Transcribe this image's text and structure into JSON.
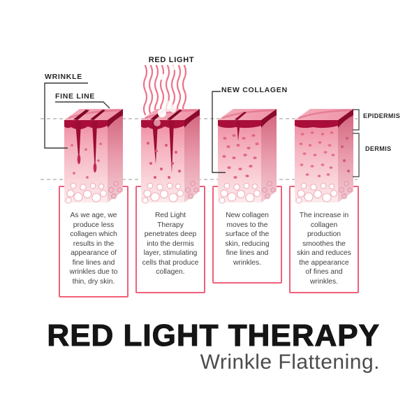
{
  "diagram": {
    "red_light_label": "RED LIGHT",
    "wrinkle_label": "WRINKLE",
    "fine_line_label": "FINE LINE",
    "new_collagen_label": "NEW COLLAGEN",
    "epidermis_label": "EPIDERMIS",
    "dermis_label": "DERMIS",
    "steps": [
      "As we age, we produce less collagen which results in the appearance of fine lines and wrinkles due to thin, dry skin.",
      "Red Light Therapy penetrates deep into the dermis layer, stimulating cells that produce collagen.",
      "New collagen moves to the surface of the skin, reducing fine lines and wrinkles.",
      "The increase in collagen production smoothes the skin and reduces the appearance of fines and wrinkles."
    ]
  },
  "footer": {
    "title": "RED LIGHT THERAPY",
    "subtitle": "Wrinkle Flattening."
  },
  "colors": {
    "box_border": "#f0607a",
    "epidermis_red": "#a80e39",
    "skin_pink": "#f5b3c0",
    "wave_pink": "#ee7289",
    "title_black": "#151515",
    "subtitle_gray": "#4c4c4c"
  }
}
